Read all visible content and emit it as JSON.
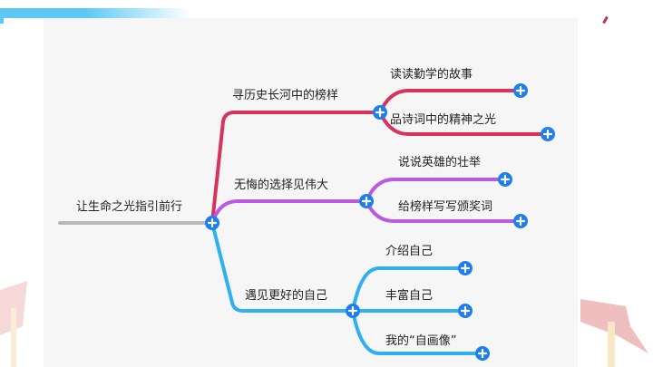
{
  "colors": {
    "branch1": "#d6335e",
    "branch2": "#b95be0",
    "branch3": "#2fb0f0",
    "plus": "#1e7ef0",
    "root_line": "#b8b8b8"
  },
  "mindmap": {
    "root": "让生命之光指引前行",
    "branches": [
      {
        "label": "寻历史长河中的榜样",
        "children": [
          "读读勤学的故事",
          "品诗词中的精神之光"
        ]
      },
      {
        "label": "无悔的选择见伟大",
        "children": [
          "说说英雄的壮举",
          "给榜样写写颁奖词"
        ]
      },
      {
        "label": "遇见更好的自己",
        "children": [
          "介绍自己",
          "丰富自己",
          "我的“自画像”"
        ]
      }
    ],
    "expand_icon": "plus-circle-icon"
  }
}
